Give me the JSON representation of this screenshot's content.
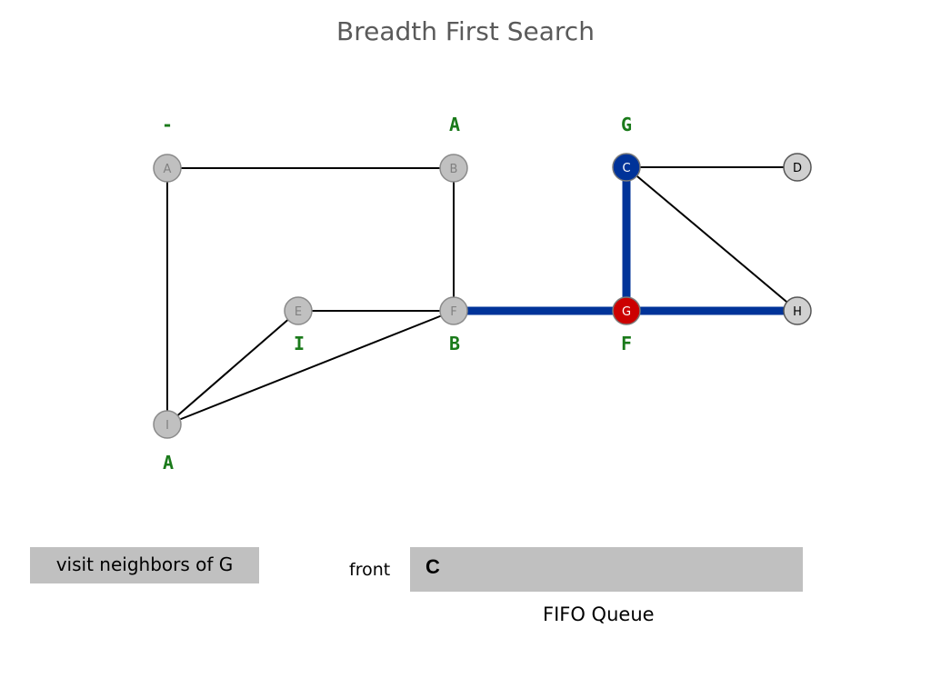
{
  "title": "Breadth First Search",
  "nodes": [
    {
      "id": "A",
      "label": "A",
      "state": "done",
      "parent": "-"
    },
    {
      "id": "B",
      "label": "B",
      "state": "done",
      "parent": "A"
    },
    {
      "id": "C",
      "label": "C",
      "state": "queued",
      "parent": "G"
    },
    {
      "id": "D",
      "label": "D",
      "state": "unvisited",
      "parent": ""
    },
    {
      "id": "E",
      "label": "E",
      "state": "done",
      "parent": "I"
    },
    {
      "id": "F",
      "label": "F",
      "state": "done",
      "parent": "B"
    },
    {
      "id": "G",
      "label": "G",
      "state": "current",
      "parent": "F"
    },
    {
      "id": "H",
      "label": "H",
      "state": "unvisited",
      "parent": ""
    },
    {
      "id": "I",
      "label": "I",
      "state": "done",
      "parent": "A"
    }
  ],
  "edges": [
    {
      "from": "A",
      "to": "B",
      "tree": false
    },
    {
      "from": "A",
      "to": "I",
      "tree": false
    },
    {
      "from": "B",
      "to": "F",
      "tree": false
    },
    {
      "from": "E",
      "to": "F",
      "tree": false
    },
    {
      "from": "E",
      "to": "I",
      "tree": false
    },
    {
      "from": "F",
      "to": "I",
      "tree": false
    },
    {
      "from": "F",
      "to": "G",
      "tree": true
    },
    {
      "from": "C",
      "to": "G",
      "tree": true
    },
    {
      "from": "G",
      "to": "H",
      "tree": true
    },
    {
      "from": "C",
      "to": "D",
      "tree": false
    },
    {
      "from": "C",
      "to": "H",
      "tree": false
    }
  ],
  "colors": {
    "done_fill": "#c0c0c0",
    "done_stroke": "#8a8a8a",
    "done_text": "#808080",
    "unvisited_fill": "#d0d0d0",
    "unvisited_stroke": "#555555",
    "unvisited_text": "#000000",
    "current_fill": "#cc0000",
    "queued_fill": "#003399",
    "active_text": "#ffffff",
    "tree_edge": "#003399",
    "edge": "#000000",
    "parent_label": "#1a7a1a"
  },
  "status": {
    "text": "visit neighbors of G"
  },
  "queue": {
    "front_label": "front",
    "items": [
      "C"
    ],
    "caption": "FIFO Queue"
  }
}
